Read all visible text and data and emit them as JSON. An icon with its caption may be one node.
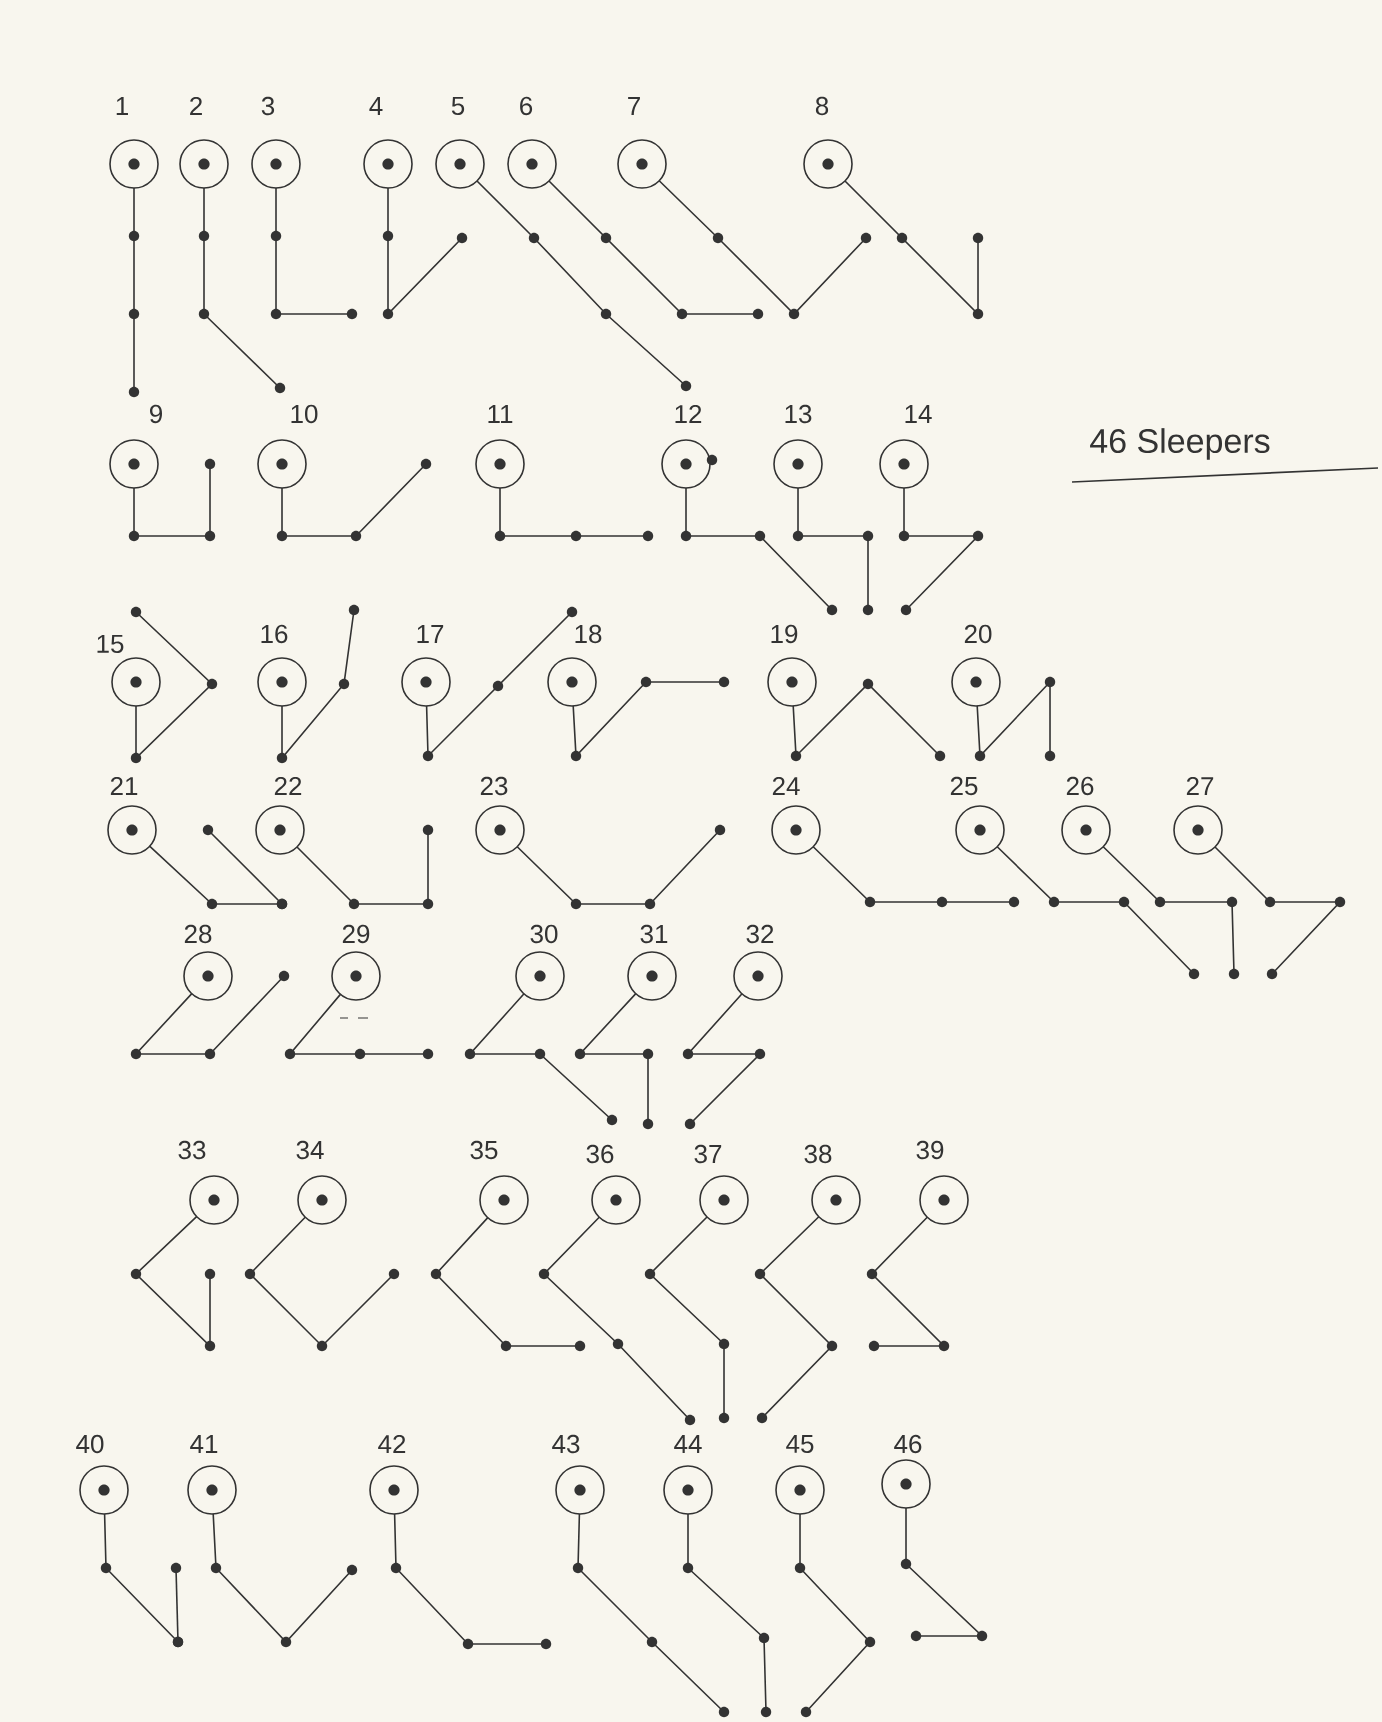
{
  "diagram": {
    "title": "46 Sleepers",
    "labels": [
      "1",
      "2",
      "3",
      "4",
      "5",
      "6",
      "7",
      "8",
      "9",
      "10",
      "11",
      "12",
      "13",
      "14",
      "15",
      "16",
      "17",
      "18",
      "19",
      "20",
      "21",
      "22",
      "23",
      "24",
      "25",
      "26",
      "27",
      "28",
      "29",
      "30",
      "31",
      "32",
      "33",
      "34",
      "35",
      "36",
      "37",
      "38",
      "39",
      "40",
      "41",
      "42",
      "43",
      "44",
      "45",
      "46"
    ]
  }
}
